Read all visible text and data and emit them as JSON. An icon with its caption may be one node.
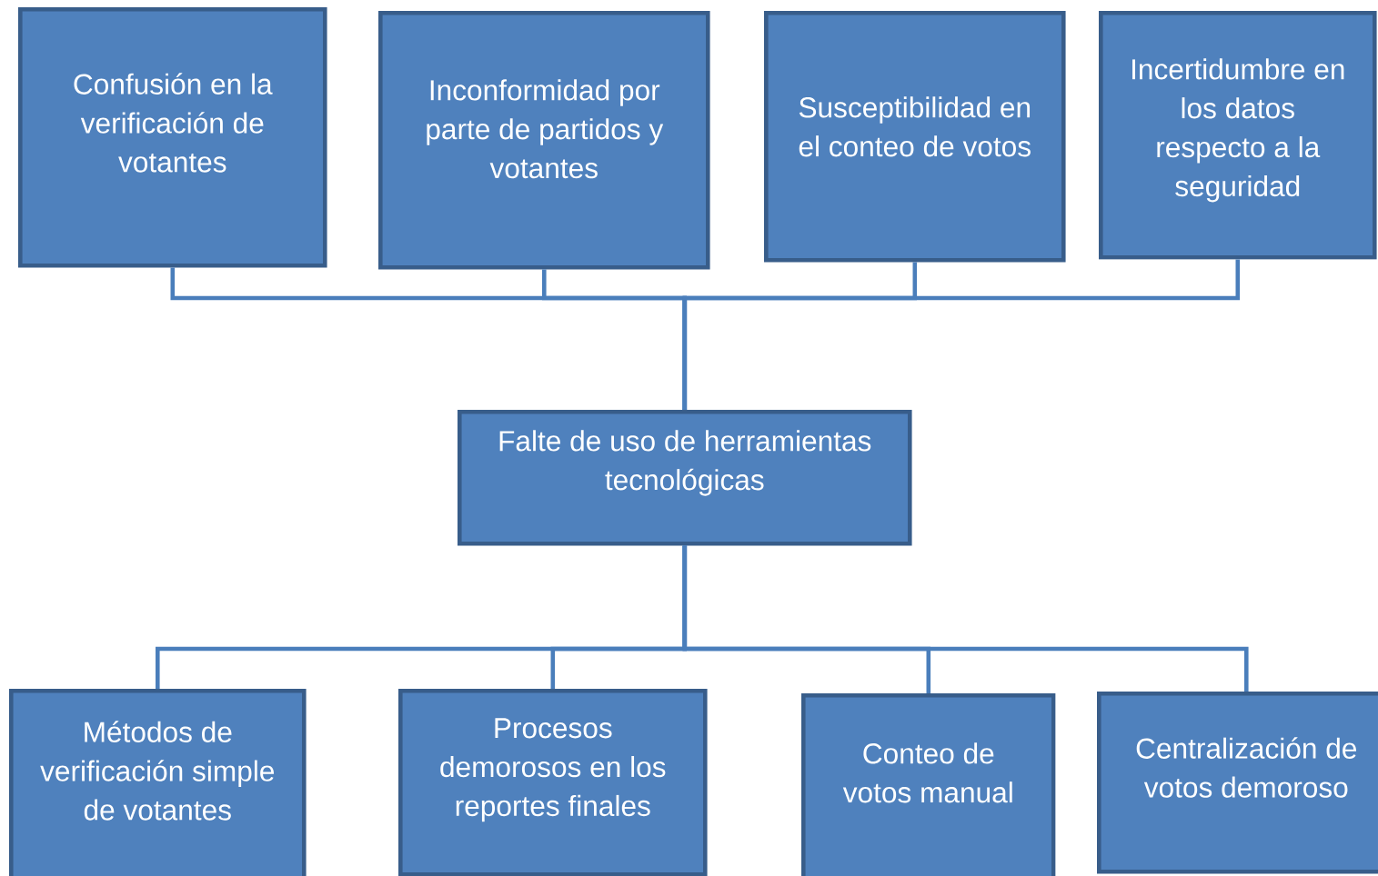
{
  "diagram": {
    "nodes": [
      {
        "text": [
          "Confusión en la verificación de votantes"
        ]
      },
      {
        "text": [
          "Inconformidad por parte de partidos y votantes"
        ]
      },
      {
        "text": [
          "Susceptibilidad en el conteo de votos"
        ]
      },
      {
        "text": [
          "Incertidumbre en los datos respecto a la seguridad"
        ]
      },
      {
        "text": [
          "Falte de uso de herramientas tecnológicas"
        ]
      },
      {
        "text": [
          "Métodos de verificación simple de votantes"
        ]
      },
      {
        "text": [
          "Procesos demorosos en los reportes finales"
        ]
      },
      {
        "text": [
          "Conteo de votos manual"
        ]
      },
      {
        "text": [
          "Centralización de votos demoroso"
        ]
      }
    ],
    "edges": [
      {
        "from": 0,
        "to": 4,
        "arrow": "none"
      },
      {
        "from": 1,
        "to": 4,
        "arrow": "none"
      },
      {
        "from": 2,
        "to": 4,
        "arrow": "none"
      },
      {
        "from": 3,
        "to": 4,
        "arrow": "none"
      },
      {
        "from": 4,
        "to": 5,
        "arrow": "none"
      },
      {
        "from": 4,
        "to": 6,
        "arrow": "none"
      },
      {
        "from": 4,
        "to": 7,
        "arrow": "none"
      },
      {
        "from": 4,
        "to": 8,
        "arrow": "none"
      }
    ]
  }
}
